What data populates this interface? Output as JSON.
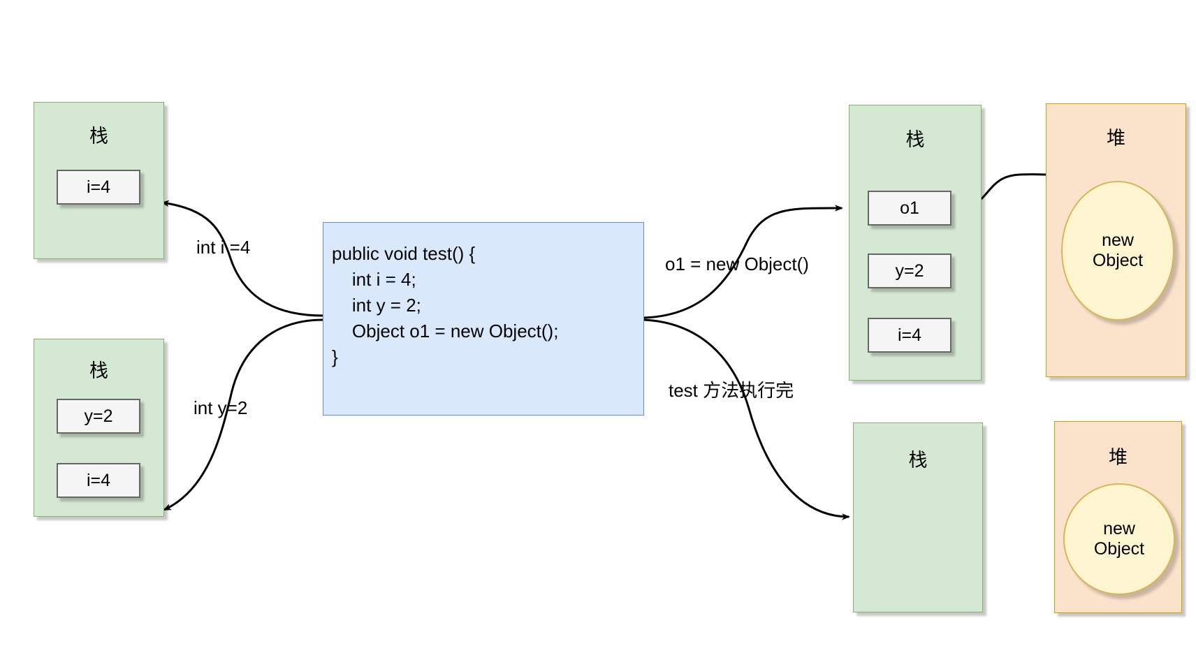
{
  "diagram": {
    "title": "Java JVM stack and heap during test() execution",
    "colors": {
      "stack_fill": "#d5e8d4",
      "stack_stroke": "#82b366",
      "heap_fill": "#fae2cb",
      "heap_stroke": "#d79b00",
      "object_fill": "#fdf4d0",
      "object_stroke": "#d6b656",
      "code_fill": "#dae8fc",
      "code_stroke": "#6c8ebf",
      "slot_fill": "#f5f5f5",
      "slot_stroke": "#666666",
      "edge_stroke": "#000000"
    }
  },
  "code": {
    "text": "public void test() {\n    int i = 4;\n    int y = 2;\n    Object o1 = new Object();\n}"
  },
  "stack_step1": {
    "title": "栈",
    "slots": [
      {
        "label": "i=4"
      }
    ]
  },
  "stack_step2": {
    "title": "栈",
    "slots": [
      {
        "label": "y=2"
      },
      {
        "label": "i=4"
      }
    ]
  },
  "stack_step3": {
    "title": "栈",
    "slots": [
      {
        "label": "o1"
      },
      {
        "label": "y=2"
      },
      {
        "label": "i=4"
      }
    ]
  },
  "stack_step4": {
    "title": "栈",
    "slots": []
  },
  "heap_step3": {
    "title": "堆",
    "object": {
      "line1": "new",
      "line2": "Object"
    }
  },
  "heap_step4": {
    "title": "堆",
    "object": {
      "line1": "new",
      "line2": "Object"
    }
  },
  "edges": {
    "to_stack1": "int i =4",
    "to_stack2": "int y=2",
    "to_stack3": "o1 = new Object()",
    "to_stack4": "test 方法执行完"
  }
}
